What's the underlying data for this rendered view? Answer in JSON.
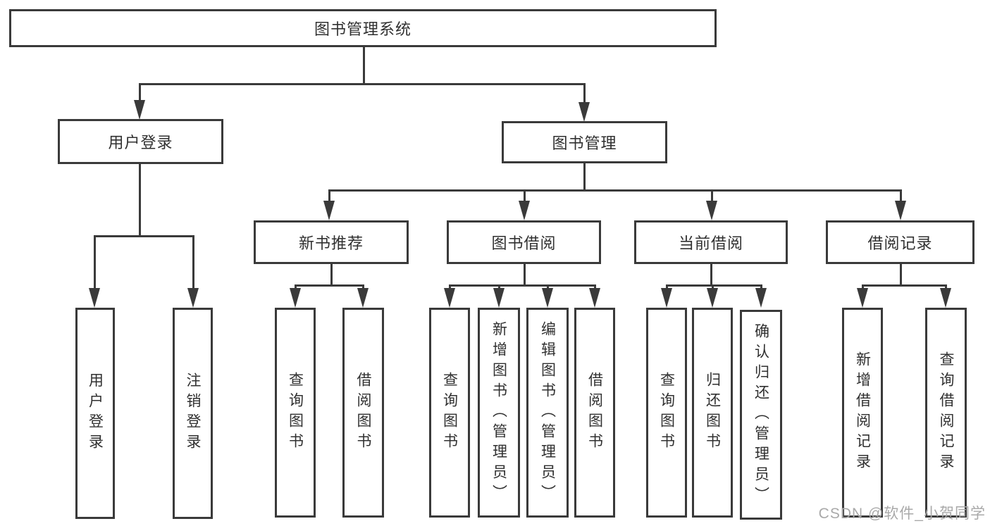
{
  "tree": {
    "root": {
      "label": "图书管理系统",
      "children": [
        {
          "label": "用户登录",
          "children": [
            {
              "label": "用户登录"
            },
            {
              "label": "注销登录"
            }
          ]
        },
        {
          "label": "图书管理",
          "children": [
            {
              "label": "新书推荐",
              "children": [
                {
                  "label": "查询图书"
                },
                {
                  "label": "借阅图书"
                }
              ]
            },
            {
              "label": "图书借阅",
              "children": [
                {
                  "label": "查询图书"
                },
                {
                  "label": "新增图书（管理员）"
                },
                {
                  "label": "编辑图书（管理员）"
                },
                {
                  "label": "借阅图书"
                }
              ]
            },
            {
              "label": "当前借阅",
              "children": [
                {
                  "label": "查询图书"
                },
                {
                  "label": "归还图书"
                },
                {
                  "label": "确认归还（管理员）"
                }
              ]
            },
            {
              "label": "借阅记录",
              "children": [
                {
                  "label": "新增借阅记录"
                },
                {
                  "label": "查询借阅记录"
                }
              ]
            }
          ]
        }
      ]
    }
  },
  "watermark": "CSDN @软件_小贺同学",
  "colors": {
    "line": "#3a3a3a",
    "text": "#303030",
    "watermark": "#a9a9a9",
    "background": "#ffffff"
  }
}
